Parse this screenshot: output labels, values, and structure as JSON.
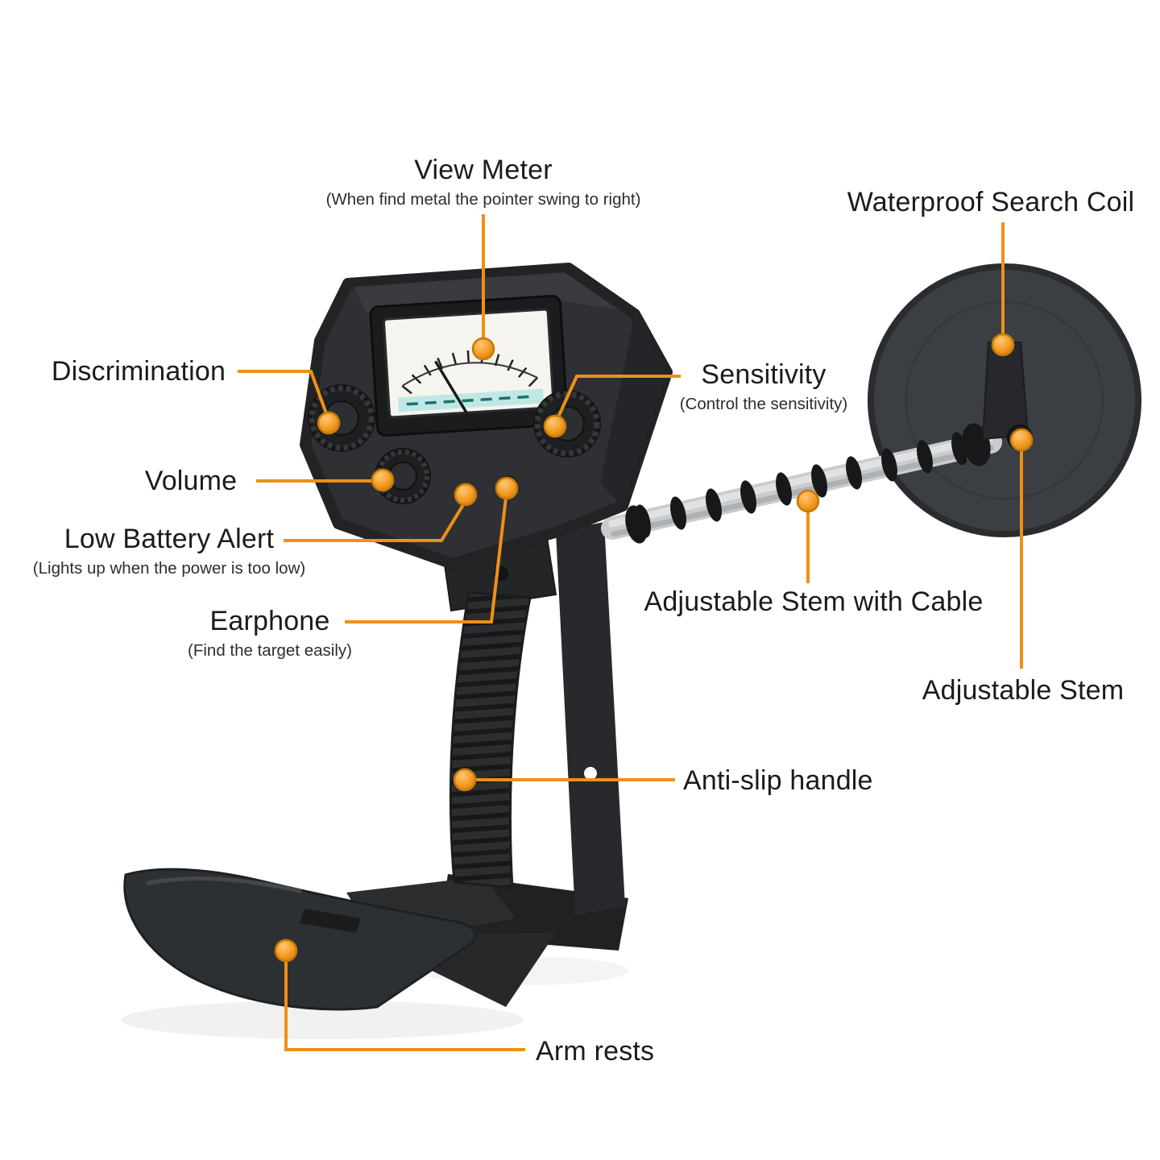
{
  "colors": {
    "callout": "#EE9016",
    "dot": "#F5A12B",
    "device": "#2D2F32",
    "stem": "#C7C9CB"
  },
  "labels": {
    "view_meter": {
      "title": "View Meter",
      "subtitle": "(When find metal the pointer swing to right)"
    },
    "waterproof_coil": {
      "title": "Waterproof Search Coil"
    },
    "discrimination": {
      "title": "Discrimination"
    },
    "sensitivity": {
      "title": "Sensitivity",
      "subtitle": "(Control the sensitivity)"
    },
    "volume": {
      "title": "Volume"
    },
    "low_battery": {
      "title": "Low Battery Alert",
      "subtitle": "(Lights up when the power is too low)"
    },
    "earphone": {
      "title": "Earphone",
      "subtitle": "(Find the target easily)"
    },
    "stem_cable": {
      "title": "Adjustable Stem with Cable"
    },
    "adjustable_stem": {
      "title": "Adjustable Stem"
    },
    "anti_slip": {
      "title": "Anti-slip handle"
    },
    "arm_rests": {
      "title": "Arm rests"
    }
  }
}
